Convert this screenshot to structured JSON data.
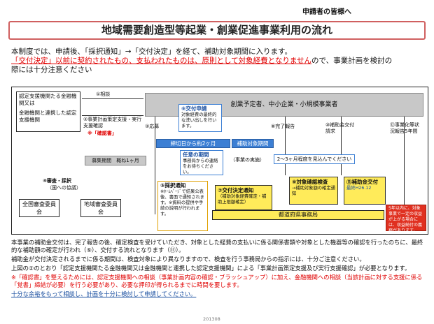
{
  "header": {
    "audience": "申請者の皆様へ"
  },
  "title": "地域需要創造型等起業・創業促進事業利用の流れ",
  "intro": {
    "line1": "本制度では、申請後、「採択通知」→「交付決定」を経て、補助対象期間に入ります。",
    "line2_red": "「交付決定」以前に契約されたもの、支払われたものは、原則として対象経費となりません",
    "line2_rest": "ので、事業計画を検討の",
    "line3": "際には十分注意ください"
  },
  "flow": {
    "support_org_box": "認定支援機関たる金融機関又は",
    "support_org_box2": "金融機関と連携した認定支援機関",
    "consult": "①相談",
    "step2": "②事業計画策定支援・実行支援確認",
    "step2_note": "※「確認書」",
    "applicant": "創業予定者、中小企業・小規模事業者",
    "step6_title": "⑥交付申請",
    "step6_body": "対象経費の最終的な洗い出しを行います。",
    "step3": "③応募",
    "step8": "⑧完了報告",
    "step10": "⑩補助金交付請求",
    "step12": "⑫事業化等状況報告5年間",
    "deadline": "締切日から約2ヶ月",
    "subsidy_period": "補助対象期間",
    "optional_period_title": "任意の期間",
    "optional_period_body": "事務局からの連絡をお待ちください。",
    "project_impl": "（事業の実施）",
    "extend_period": "2～3ヶ月程度を見込んでください",
    "recruit": "募集期間　概ね1ヶ月",
    "step4": "④審査・採択",
    "step4_sub": "（国への協議）",
    "national_committee": "全国審査委員会",
    "regional_committee": "地域審査委員会",
    "step5_title": "⑤採択通知",
    "step5_body": "※ﾎｰﾑﾍﾟｰｼﾞで結果公表後、書面で通知されます。※資料の提供や手続の説明が行われます。",
    "step7_title": "⑦交付決定通知",
    "step7_body": "（補助対象経費確定・補助上限額確定）",
    "step9_title": "⑨対象確認検査",
    "step9_body": "→補助対象額の確定通知",
    "step11_title": "⑪補助金交付",
    "step11_body": "最終H26.12",
    "secretariat": "都道府県事務局",
    "warning_box": "5年以内に、対象事業で一定の収益が上がる場合には、収益納付の義務があります。"
  },
  "notes": {
    "n1": "本事業の補助金交付は、完了報告の後、確定検査を受けていただき、対象とした経費の支払いに係る関係書類や対象とした機器等の確認を行ったのちに、最終的な補助額の確定が行われ（⑨）、交付する流れとなります（⑪）。",
    "n1b": "補助金が交付決定されるまでに係る期間は、検査対象により異なりますので、検査を行う事務局からの指示には、十分ご注意ください。",
    "n2": "上図の②のとおり「認定支援機関たる金融機関又は金融機関と連携した認定支援機関」による「事業計画策定支援及び実行支援確認」が必要となります。",
    "n2_red": "※「確認書」を整えるためには、認定支援機関への相談（事業計画内容の確認・ブラッシュアップ）に加え、金融機関への相談（当該計画に対する支援に係る「覚書」締結が必要）を行う必要があり、必要な押印が得られるまでに時間を要します。",
    "n2_blue": "十分な余裕をもって相談し、計画を十分に検討して申請してください。"
  },
  "footer": "201308",
  "colors": {
    "accent_red": "#e00000",
    "blue": "#3c7fd4",
    "yellow": "#ffeb5a",
    "gray": "#c8c8c8"
  }
}
